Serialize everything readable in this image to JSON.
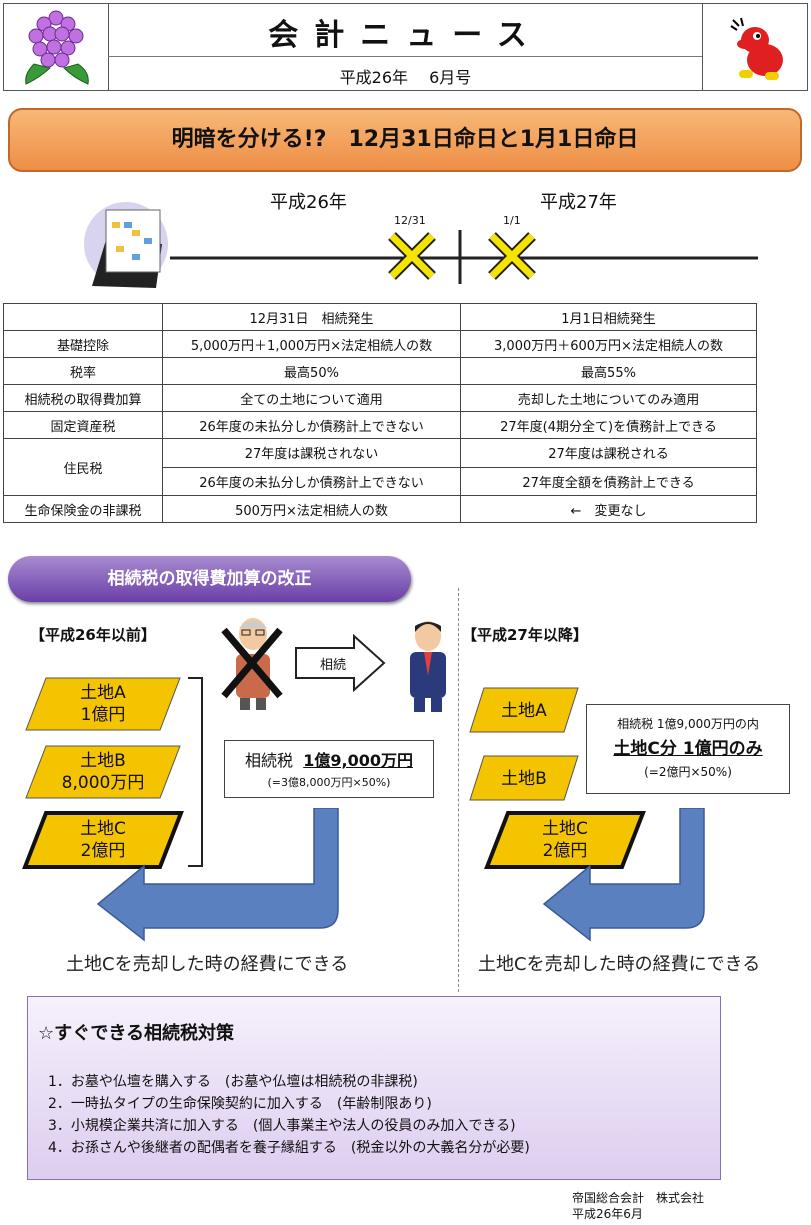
{
  "header": {
    "title": "会計ニュース",
    "issue": "平成26年　 6月号"
  },
  "banner": {
    "title": "明暗を分ける!?　12月31日命日と1月1日命日"
  },
  "timeline": {
    "year_left": "平成26年",
    "year_right": "平成27年",
    "mark_left": "12/31",
    "mark_right": "1/1"
  },
  "table": {
    "headers": [
      "",
      "12月31日　相続発生",
      "1月1日相続発生"
    ],
    "rows": [
      [
        "基礎控除",
        "5,000万円＋1,000万円×法定相続人の数",
        "3,000万円＋600万円×法定相続人の数"
      ],
      [
        "税率",
        "最高50%",
        "最高55%"
      ],
      [
        "相続税の取得費加算",
        "全ての土地について適用",
        "売却した土地についてのみ適用"
      ],
      [
        "固定資産税",
        "26年度の未払分しか債務計上できない",
        "27年度(4期分全て)を債務計上できる"
      ]
    ],
    "juminzei": {
      "label": "住民税",
      "r1a": "27年度は課税されない",
      "r1b": "27年度は課税される",
      "r2a": "26年度の未払分しか債務計上できない",
      "r2b": "27年度全額を債務計上できる"
    },
    "last": [
      "生命保険金の非課税",
      "500万円×法定相続人の数",
      "←　変更なし"
    ]
  },
  "section": {
    "title": "相続税の取得費加算の改正"
  },
  "left": {
    "label": "【平成26年以前】",
    "land_a": [
      "土地A",
      "1億円"
    ],
    "land_b": [
      "土地B",
      "8,000万円"
    ],
    "land_c": [
      "土地C",
      "2億円"
    ],
    "arrow_label": "相続",
    "tax_label": "相続税",
    "tax_amount": "1億9,000万円",
    "tax_calc": "(=3億8,000万円×50%)",
    "caption": "土地Cを売却した時の経費にできる"
  },
  "right": {
    "label": "【平成27年以降】",
    "land_a": "土地A",
    "land_b": "土地B",
    "land_c": [
      "土地C",
      "2億円"
    ],
    "tax_line1": "相続税  1億9,000万円の内",
    "tax_line2": "土地C分  1億円のみ",
    "tax_calc": "(=2億円×50%)",
    "caption": "土地Cを売却した時の経費にできる"
  },
  "measures": {
    "title": "☆すぐできる相続税対策",
    "items": [
      "1．お墓や仏壇を購入する　(お墓や仏壇は相続税の非課税)",
      "2．一時払タイプの生命保険契約に加入する　(年齢制限あり)",
      "3．小規模企業共済に加入する　(個人事業主や法人の役員のみ加入できる)",
      "4．お孫さんや後継者の配偶者を養子縁組する　(税金以外の大義名分が必要)"
    ]
  },
  "footer": {
    "company": "帝国総合会計　株式会社",
    "date": "平成26年6月"
  },
  "colors": {
    "banner": "#f4a460",
    "land": "#f5c400",
    "pill": "#7b52b5",
    "arrow": "#5b80c0",
    "cross": "#f5e400"
  },
  "icons": [
    "hydrangea-icon",
    "mascot-icon",
    "calendar-icon",
    "elderly-man-icon",
    "businessman-icon"
  ]
}
